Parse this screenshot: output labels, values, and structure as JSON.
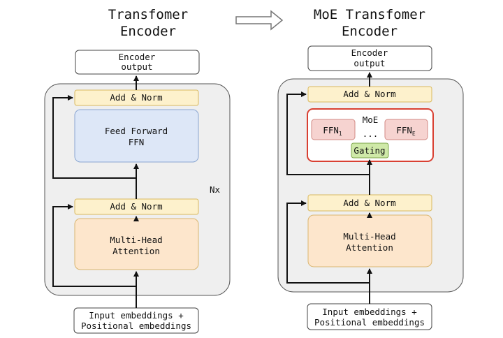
{
  "left": {
    "title_line1": "Transfomer",
    "title_line2": "Encoder",
    "output_line1": "Encoder",
    "output_line2": "output",
    "add_norm_top": "Add & Norm",
    "ffn_line1": "Feed Forward",
    "ffn_line2": "FFN",
    "repeat_label": "Nx",
    "add_norm_bottom": "Add & Norm",
    "attention_line1": "Multi-Head",
    "attention_line2": "Attention",
    "input_line1": "Input embeddings +",
    "input_line2": "Positional embeddings"
  },
  "right": {
    "title_line1": "MoE Transfomer",
    "title_line2": "Encoder",
    "output_line1": "Encoder",
    "output_line2": "output",
    "add_norm_top": "Add & Norm",
    "moe_label": "MoE",
    "expert_first": "FFN",
    "expert_first_sub": "1",
    "expert_ellipsis": "...",
    "expert_last": "FFN",
    "expert_last_sub": "E",
    "gating_label": "Gating",
    "add_norm_bottom": "Add & Norm",
    "attention_line1": "Multi-Head",
    "attention_line2": "Attention",
    "input_line1": "Input embeddings +",
    "input_line2": "Positional embeddings"
  },
  "colors": {
    "block_bg": "#efefef",
    "add_norm_fill": "#fdf1cc",
    "add_norm_stroke": "#d9b95f",
    "ffn_fill": "#dde7f7",
    "ffn_stroke": "#8aa6d1",
    "attention_fill": "#fde6cc",
    "attention_stroke": "#d9b56f",
    "moe_border": "#d94032",
    "expert_fill": "#f6d3d0",
    "expert_stroke": "#d28a84",
    "gating_fill": "#cfe9a8",
    "gating_stroke": "#7fa84e",
    "arrow": "#111111"
  }
}
